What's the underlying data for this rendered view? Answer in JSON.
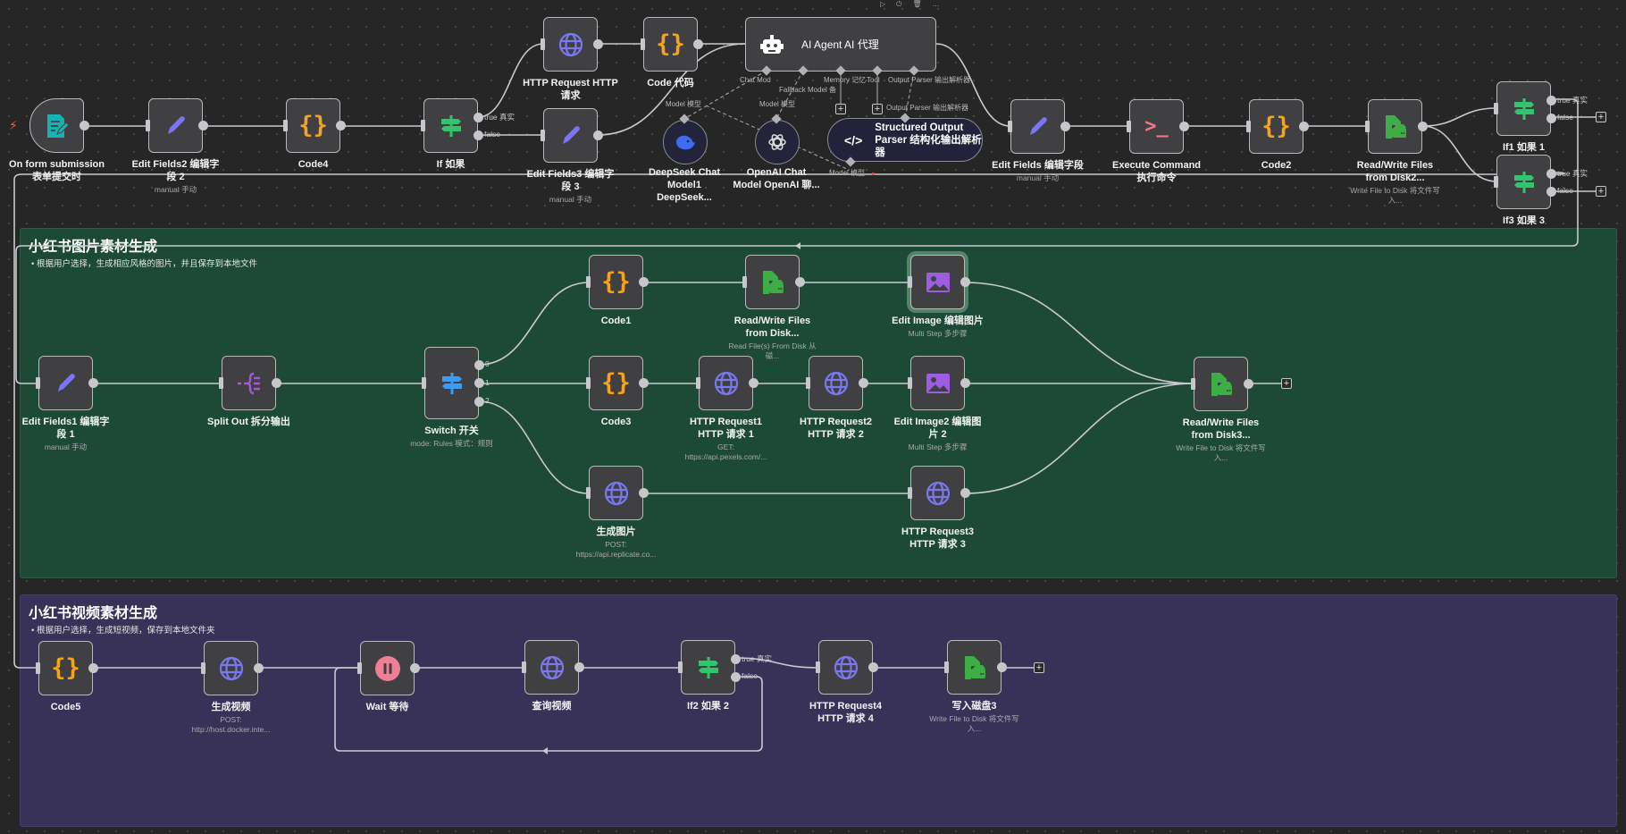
{
  "colors": {
    "canvas": "#262626",
    "sticky_green": "#1d4a36",
    "sticky_purple": "#383258",
    "code": "#f7a21b",
    "globe": "#7a78f0",
    "edit": "#7b74f5",
    "if": "#33c46e",
    "file": "#3cae45",
    "image": "#9c5de0",
    "terminal": "#f07a8a",
    "wait": "#f07e94",
    "switch": "#3d9af5",
    "trigger_bolt": "#ff5a4a"
  },
  "toolbar": {
    "icons": [
      "play-icon",
      "power-icon",
      "trash-icon",
      "more-icon"
    ],
    "glyphs": [
      "▷",
      "⏻",
      "🗑",
      "…"
    ]
  },
  "stickies": {
    "image": {
      "title": "小红书图片素材生成",
      "note": "• 根据用户选择，生成相应风格的图片，并且保存到本地文件"
    },
    "video": {
      "title": "小红书视频素材生成",
      "note": "• 根据用户选择，生成短视频，保存到本地文件夹"
    }
  },
  "nodes": [
    {
      "id": "form",
      "label": "On form submission 表单提交时",
      "sub": "",
      "icon": "form-icon"
    },
    {
      "id": "ef2",
      "label": "Edit Fields2 编辑字段 2",
      "sub": "manual 手动",
      "icon": "pencil-icon"
    },
    {
      "id": "code4",
      "label": "Code4",
      "sub": "",
      "icon": "code-icon"
    },
    {
      "id": "if",
      "label": "If 如果",
      "sub": "",
      "icon": "if-icon",
      "outputs": [
        "true 真实",
        "false"
      ]
    },
    {
      "id": "http",
      "label": "HTTP Request HTTP 请求",
      "sub": "",
      "icon": "globe-icon"
    },
    {
      "id": "ef3",
      "label": "Edit Fields3 编辑字段 3",
      "sub": "manual 手动",
      "icon": "pencil-icon"
    },
    {
      "id": "code",
      "label": "Code 代码",
      "sub": "",
      "icon": "code-icon"
    },
    {
      "id": "ef",
      "label": "Edit Fields 编辑字段",
      "sub": "manual 手动",
      "icon": "pencil-icon"
    },
    {
      "id": "exec",
      "label": "Execute Command 执行命令",
      "sub": "",
      "icon": "terminal-icon"
    },
    {
      "id": "code2",
      "label": "Code2",
      "sub": "",
      "icon": "code-icon"
    },
    {
      "id": "disk2",
      "label": "Read/Write Files from Disk2...",
      "sub": "Write File to Disk 将文件写入...",
      "icon": "file-disk-icon"
    },
    {
      "id": "if1",
      "label": "If1 如果 1",
      "sub": "",
      "icon": "if-icon",
      "outputs": [
        "true 真实",
        "false"
      ]
    },
    {
      "id": "if3",
      "label": "If3 如果 3",
      "sub": "",
      "icon": "if-icon",
      "outputs": [
        "true 真实",
        "false"
      ]
    },
    {
      "id": "ef1",
      "label": "Edit Fields1 编辑字段 1",
      "sub": "manual 手动",
      "icon": "pencil-icon"
    },
    {
      "id": "split",
      "label": "Split Out 拆分输出",
      "sub": "",
      "icon": "split-icon"
    },
    {
      "id": "switch",
      "label": "Switch 开关",
      "sub": "mode: Rules 模式：规则",
      "icon": "switch-icon",
      "outputs": [
        "0",
        "1",
        "2"
      ]
    },
    {
      "id": "code1",
      "label": "Code1",
      "sub": "",
      "icon": "code-icon"
    },
    {
      "id": "disk",
      "label": "Read/Write Files from Disk...",
      "sub": "Read File(s) From Disk 从磁...",
      "icon": "file-disk-icon"
    },
    {
      "id": "img",
      "label": "Edit Image 编辑图片",
      "sub": "Multi Step 多步骤",
      "icon": "image-icon"
    },
    {
      "id": "code3",
      "label": "Code3",
      "sub": "",
      "icon": "code-icon"
    },
    {
      "id": "http1",
      "label": "HTTP Request1 HTTP 请求 1",
      "sub": "GET: https://api.pexels.com/...",
      "icon": "globe-icon"
    },
    {
      "id": "http2",
      "label": "HTTP Request2 HTTP 请求 2",
      "sub": "",
      "icon": "globe-icon"
    },
    {
      "id": "img2",
      "label": "Edit Image2 编辑图片 2",
      "sub": "Multi Step 多步骤",
      "icon": "image-icon"
    },
    {
      "id": "genimg",
      "label": "生成图片",
      "sub": "POST: https://api.replicate.co...",
      "icon": "globe-icon"
    },
    {
      "id": "http3",
      "label": "HTTP Request3 HTTP 请求 3",
      "sub": "",
      "icon": "globe-icon"
    },
    {
      "id": "disk3",
      "label": "Read/Write Files from Disk3...",
      "sub": "Write File to Disk 将文件写入...",
      "icon": "file-disk-icon"
    },
    {
      "id": "code5",
      "label": "Code5",
      "sub": "",
      "icon": "code-icon"
    },
    {
      "id": "genvid",
      "label": "生成视频",
      "sub": "POST: http://host.docker.inte...",
      "icon": "globe-icon"
    },
    {
      "id": "wait",
      "label": "Wait 等待",
      "sub": "",
      "icon": "pause-icon"
    },
    {
      "id": "query",
      "label": "查询视频",
      "sub": "",
      "icon": "globe-icon"
    },
    {
      "id": "if2",
      "label": "If2 如果 2",
      "sub": "",
      "icon": "if-icon",
      "outputs": [
        "true 真实",
        "false"
      ]
    },
    {
      "id": "http4",
      "label": "HTTP Request4 HTTP 请求 4",
      "sub": "",
      "icon": "globe-icon"
    },
    {
      "id": "disk4",
      "label": "写入磁盘3",
      "sub": "Write File to Disk 将文件写入...",
      "icon": "file-disk-icon"
    }
  ],
  "agent": {
    "label": "AI Agent AI 代理",
    "icon": "robot-icon",
    "ports": [
      "Chat Mod",
      "Fallback Model 备",
      "Memory 记忆",
      "Tool",
      "Output Parser 输出解析器"
    ]
  },
  "submodels": [
    {
      "id": "deepseek",
      "label": "DeepSeek Chat Model1 DeepSeek...",
      "port_label": "Model 模型",
      "icon": "deepseek-whale-icon"
    },
    {
      "id": "openai",
      "label": "OpenAI Chat Model OpenAI 聊...",
      "port_label": "Model 模型",
      "icon": "openai-icon"
    }
  ],
  "parser": {
    "label": "Structured Output Parser 结构化输出解析器",
    "top_label": "Output Parser 输出解析器",
    "bottom_label": "Model 模型",
    "icon": "code-tag-icon"
  }
}
